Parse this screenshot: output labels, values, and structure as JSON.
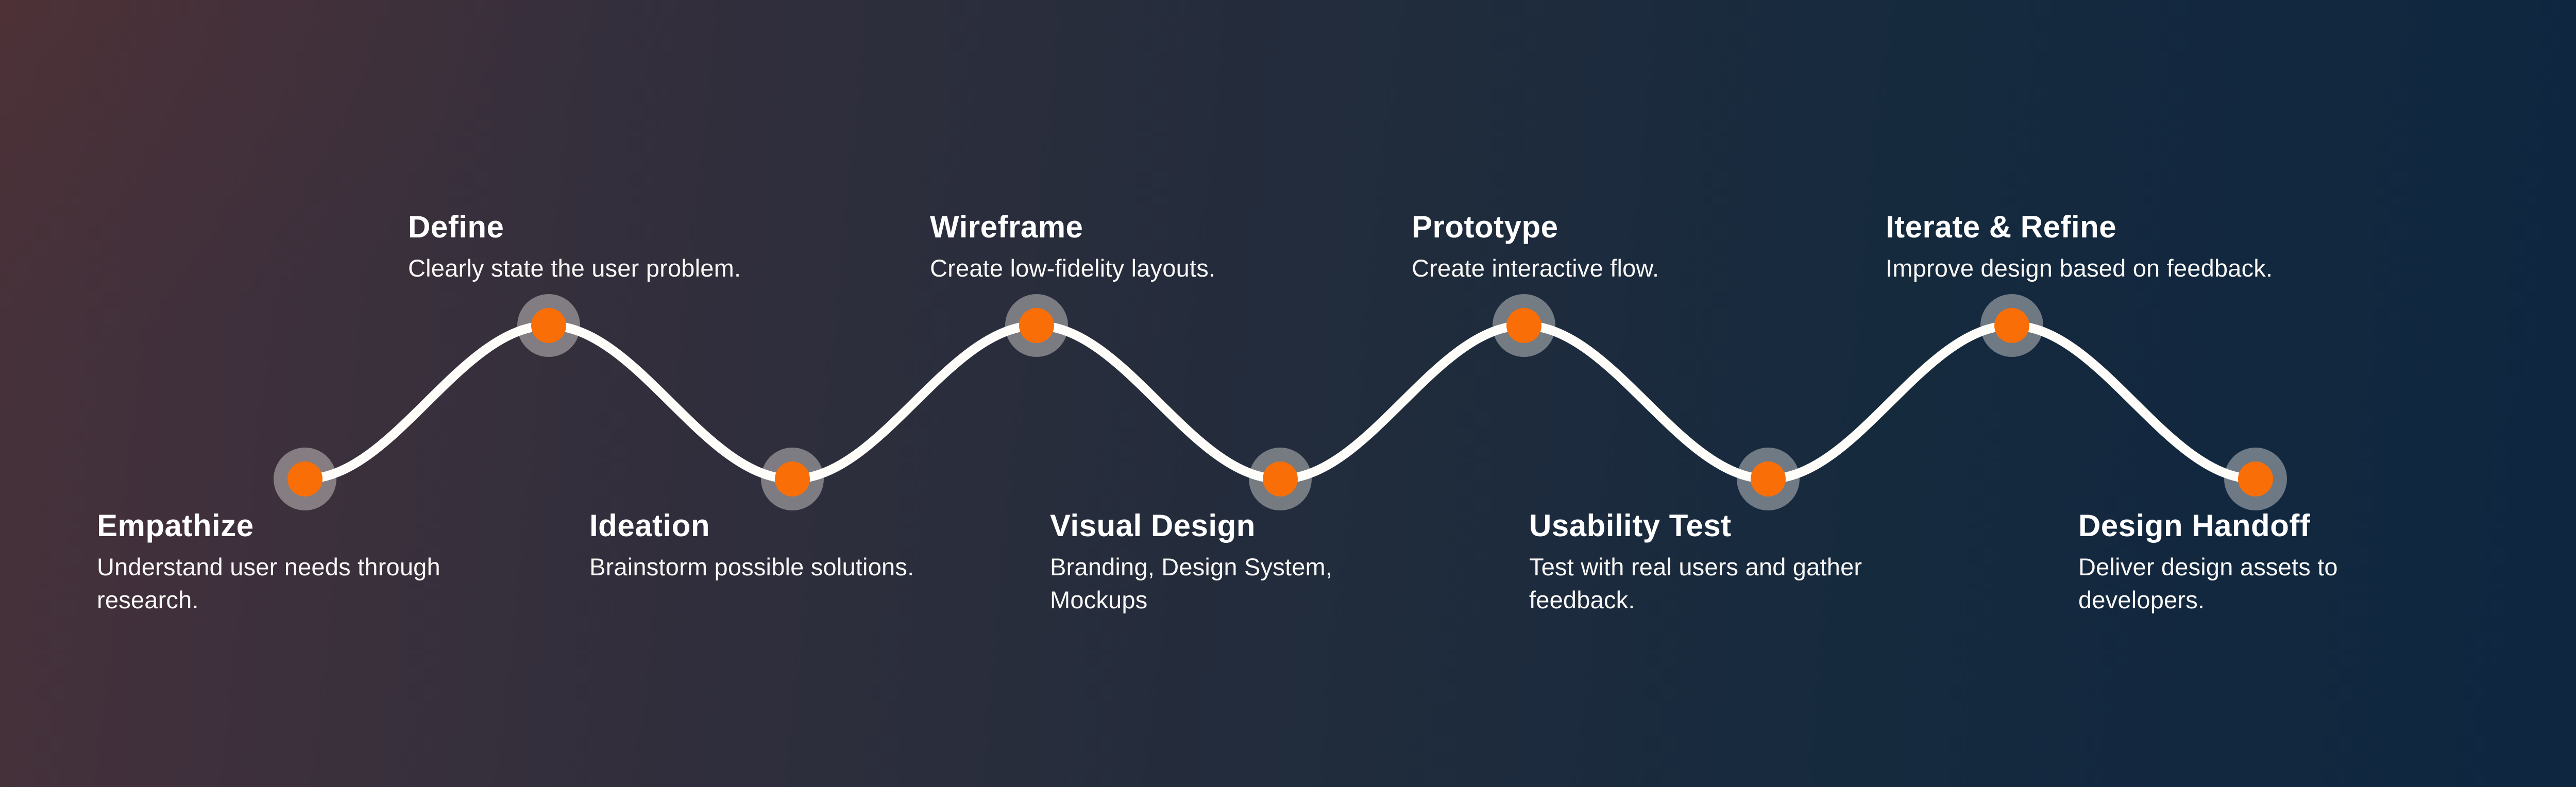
{
  "timeline": {
    "accent_color": "#F96E07",
    "halo_color": "rgba(236,234,228,0.42)",
    "curve_color": "#FFFDF9",
    "background_left_color": "#47313A",
    "background_right_color": "#0E2640",
    "nodes": [
      {
        "title": "Empathize",
        "description": "Understand user needs through research.",
        "placement": "bottom"
      },
      {
        "title": "Define",
        "description": "Clearly state the user problem.",
        "placement": "top"
      },
      {
        "title": "Ideation",
        "description": "Brainstorm possible solutions.",
        "placement": "bottom"
      },
      {
        "title": "Wireframe",
        "description": "Create low-fidelity layouts.",
        "placement": "top"
      },
      {
        "title": "Visual Design",
        "description": "Branding, Design System, Mockups",
        "placement": "bottom"
      },
      {
        "title": "Prototype",
        "description": "Create interactive flow.",
        "placement": "top"
      },
      {
        "title": "Usability Test",
        "description": "Test with real users and gather feedback.",
        "placement": "bottom"
      },
      {
        "title": "Iterate & Refine",
        "description": "Improve design based on feedback.",
        "placement": "top"
      },
      {
        "title": "Design Handoff",
        "description": "Deliver design assets to developers.",
        "placement": "bottom"
      }
    ]
  }
}
